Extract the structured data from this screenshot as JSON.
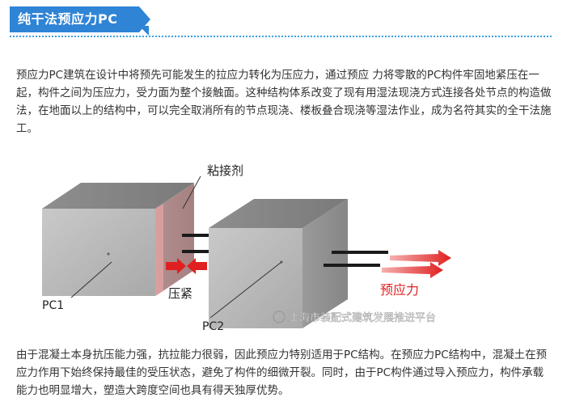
{
  "header": {
    "title": "纯干法预应力PC",
    "accent_color": "#2f84d6"
  },
  "paragraphs": {
    "p1": "预应力PC建筑在设计中将预先可能发生的拉应力转化为压应力，通过预应 力将零散的PC构件牢固地紧压在一起，构件之间为压应力，受力面为整个接触面。这种结构体系改变了现有用湿法现浇方式连接各处节点的构造做法，在地面以上的结构中，可以完全取消所有的节点现浇、楼板叠合现浇等湿法作业，成为名符其实的全干法施工。",
    "p2": "由于混凝土本身抗压能力强，抗拉能力很弱，因此预应力特别适用于PC结构。在预应力PC结构中，混凝土在预应力作用下始终保持最佳的受压状态，避免了构件的细微开裂。同时，由于PC构件通过导入预应力，构件承载能力也明显增大，塑造大跨度空间也具有得天独厚优势。"
  },
  "figure": {
    "label_adhesive": "粘接剂",
    "label_pc1": "PC1",
    "label_pc2": "PC2",
    "label_compress": "压紧",
    "label_prestress": "预应力",
    "watermark": "上海市装配式建筑发展推进平台",
    "arrow_color": "#e02020",
    "adhesive_color": "#e8a0a0"
  }
}
